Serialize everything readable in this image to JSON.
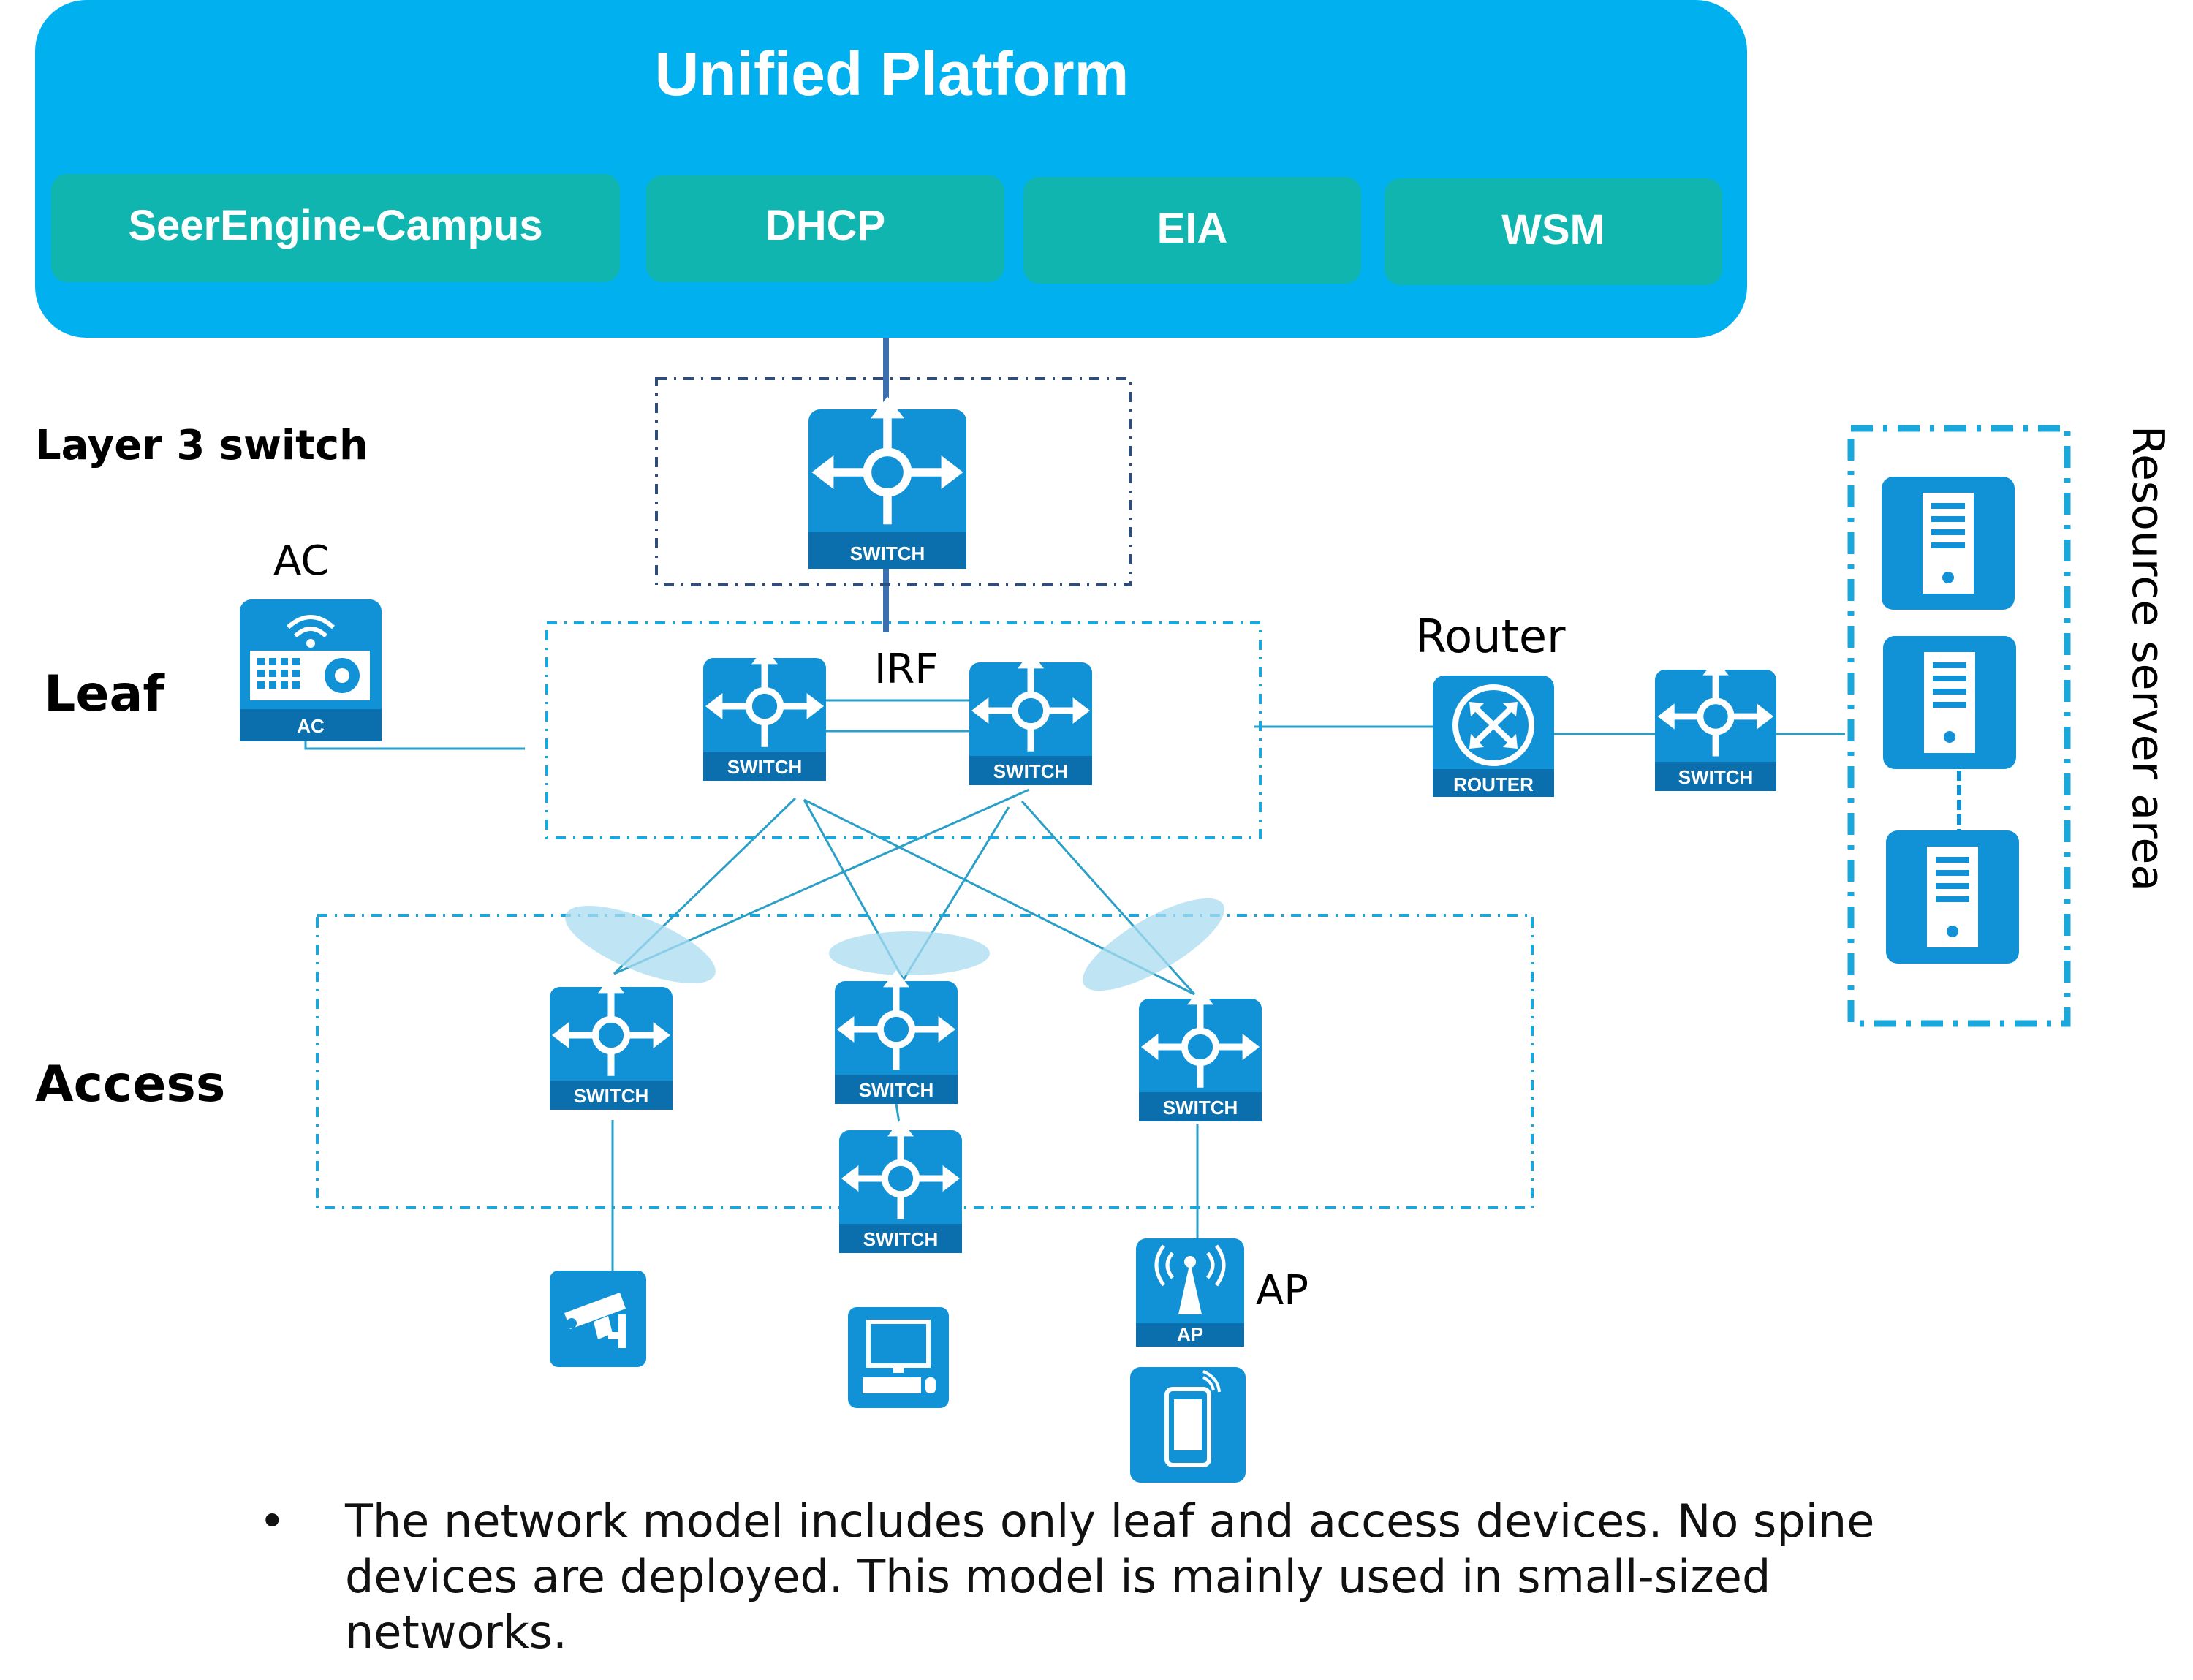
{
  "platform": {
    "title": "Unified Platform",
    "modules": [
      "SeerEngine-Campus",
      "DHCP",
      "EIA",
      "WSM"
    ]
  },
  "layers": {
    "layer3": "Layer 3 switch",
    "leaf": "Leaf",
    "access": "Access"
  },
  "labels": {
    "ac": "AC",
    "irf": "IRF",
    "router": "Router",
    "ap": "AP",
    "resource_area": "Resource server area"
  },
  "device_labels": {
    "switch": "SWITCH",
    "router": "ROUTER",
    "ac": "AC",
    "ap": "AP"
  },
  "note": {
    "bullet": "•",
    "lines": [
      "The network model includes only leaf and access devices. No spine",
      "devices are deployed. This model is mainly used in small-sized",
      "networks."
    ]
  },
  "colors": {
    "platform": "#00b0ef",
    "module": "#0fb5ae",
    "device": "#1292d6",
    "link": "#2a9fc7"
  }
}
